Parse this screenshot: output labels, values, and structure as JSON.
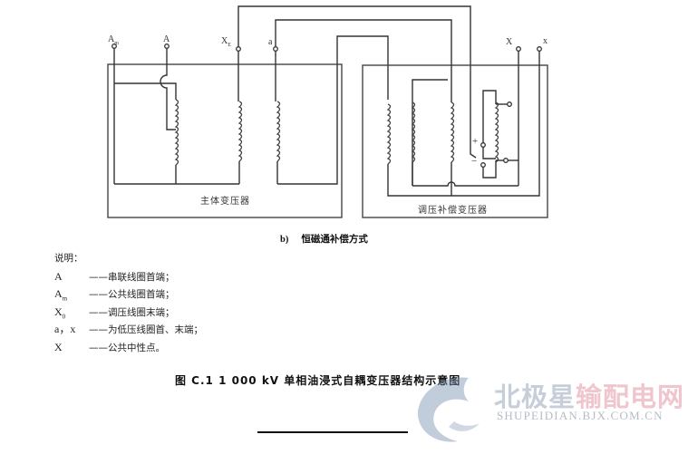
{
  "diagram": {
    "terminals": {
      "Am": "A",
      "Am_sub": "m",
      "A": "A",
      "Xe": "X",
      "Xe_sub": "E",
      "a": "a",
      "X": "X",
      "x": "x"
    },
    "main_transformer_label": "主体变压器",
    "regulating_transformer_label": "调压补偿变压器",
    "switch_plus": "+",
    "switch_minus": "−"
  },
  "subcaption": {
    "tag": "b)",
    "text": "恒磁通补偿方式"
  },
  "notes": {
    "heading": "说明：",
    "items": [
      {
        "symbol": "A",
        "sub": "",
        "text": "——串联线圈首端；"
      },
      {
        "symbol": "A",
        "sub": "m",
        "text": "——公共线圈首端；"
      },
      {
        "symbol": "X",
        "sub": "0",
        "text": "——调压线圈末端；"
      },
      {
        "symbol": "a，x",
        "sub": "",
        "text": "——为低压线圈首、末端；"
      },
      {
        "symbol": "X",
        "sub": "",
        "text": "——公共中性点。"
      }
    ]
  },
  "caption": "图 C.1   1 000 kV 单相油浸式自耦变压器结构示意图",
  "watermark": {
    "cn_part1": "北极星",
    "cn_part2": "输配电网",
    "en": "SHUPEIDIAN.BJX.COM.CN"
  }
}
